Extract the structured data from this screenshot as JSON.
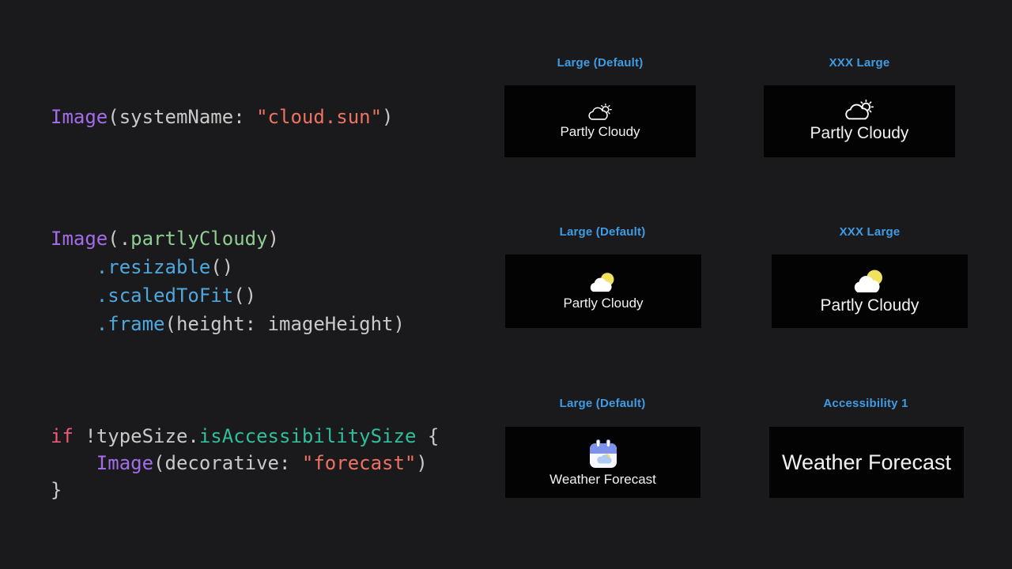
{
  "page": {
    "background": "#1A1A1C",
    "card_background": "#030303",
    "accent_blue": "#3E9CE5",
    "card_text_color": "#F2F2F4"
  },
  "code": {
    "colors": {
      "type_purple": "#A36CE8",
      "plain_gray": "#C9C9C9",
      "string_salmon": "#EE7262",
      "property_green": "#8FCE93",
      "method_blue": "#4FA8DD",
      "keyword_pink": "#EE5A78",
      "member_teal": "#2FBF9C"
    },
    "block1": {
      "line1": {
        "t1": "Image",
        "t2": "(systemName: ",
        "t3": "\"cloud.sun\"",
        "t4": ")"
      }
    },
    "block2": {
      "line1": {
        "t1": "Image",
        "t2": "(.",
        "t3": "partlyCloudy",
        "t4": ")"
      },
      "line2": {
        "t1": "    ",
        "t2": ".resizable",
        "t3": "()"
      },
      "line3": {
        "t1": "    ",
        "t2": ".scaledToFit",
        "t3": "()"
      },
      "line4": {
        "t1": "    ",
        "t2": ".frame",
        "t3": "(height: imageHeight)"
      }
    },
    "block3": {
      "line1": {
        "t1": "if",
        "t2": " !typeSize.",
        "t3": "isAccessibilitySize",
        "t4": " {"
      },
      "line2": {
        "t1": "    ",
        "t2": "Image",
        "t3": "(decorative: ",
        "t4": "\"forecast\"",
        "t5": ")"
      },
      "line3": {
        "t1": "}"
      }
    }
  },
  "previews": {
    "row1": {
      "left": {
        "label": "Large (Default)",
        "text": "Partly Cloudy",
        "icon": "cloud-sun-symbol-icon"
      },
      "right": {
        "label": "XXX Large",
        "text": "Partly Cloudy",
        "icon": "cloud-sun-symbol-icon"
      }
    },
    "row2": {
      "left": {
        "label": "Large (Default)",
        "text": "Partly Cloudy",
        "icon": "partly-cloudy-color-icon"
      },
      "right": {
        "label": "XXX Large",
        "text": "Partly Cloudy",
        "icon": "partly-cloudy-color-icon"
      }
    },
    "row3": {
      "left": {
        "label": "Large (Default)",
        "text": "Weather Forecast",
        "icon": "forecast-calendar-icon"
      },
      "right": {
        "label": "Accessibility 1",
        "text": "Weather Forecast",
        "icon": "none"
      }
    }
  }
}
